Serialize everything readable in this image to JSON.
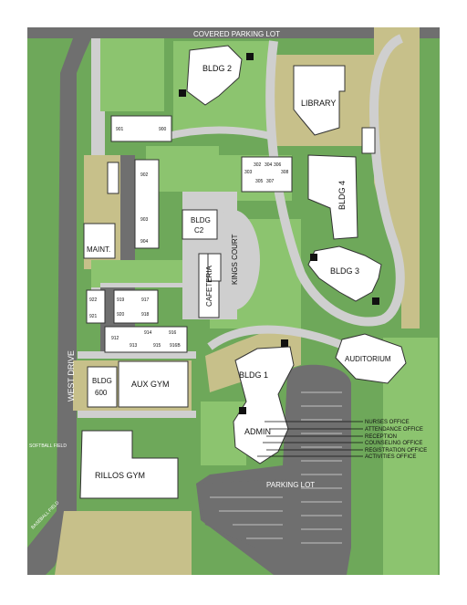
{
  "colors": {
    "grass": "#6ea85a",
    "lawn": "#8cc46f",
    "road": "#6f6f6f",
    "walkway": "#cfcfcf",
    "tan_area": "#c7c08a",
    "building": "#ffffff",
    "entrance_marker": "#111111"
  },
  "streets": {
    "covered_parking_lot": "COVERED PARKING LOT",
    "west_drive": "WEST DRIVE",
    "kings_court": "KINGS COURT",
    "parking_lot": "PARKING LOT"
  },
  "buildings": {
    "bldg2": "BLDG 2",
    "library": "LIBRARY",
    "bldg4": "BLDG 4",
    "bldg3": "BLDG 3",
    "auditorium": "AUDITORIUM",
    "bldg1": "BLDG 1",
    "admin": "ADMIN",
    "bldg_c2_line1": "BLDG",
    "bldg_c2_line2": "C2",
    "cafeteria": "CAFETERIA",
    "maint": "MAINT.",
    "bldg600_line1": "BLDG",
    "bldg600_line2": "600",
    "aux_gym": "AUX GYM",
    "rillos_gym": "RILLOS GYM"
  },
  "rooms": {
    "r901": "901",
    "r900": "900",
    "r902": "902",
    "r903": "903",
    "r904": "904",
    "r303": "303",
    "r302": "302",
    "r304": "304",
    "r305": "305",
    "r306": "306",
    "r307": "307",
    "r308": "308",
    "r922": "922",
    "r921": "921",
    "r919": "919",
    "r917": "917",
    "r920": "920",
    "r918": "918",
    "r914": "914",
    "r916": "916",
    "r912": "912",
    "r913": "913",
    "r915": "915",
    "r916b": "916B"
  },
  "fields": {
    "softball": "SOFTBALL FIELD",
    "baseball": "BASEBALL FIELD"
  },
  "admin_offices": [
    "NURSES OFFICE",
    "ATTENDANCE OFFICE",
    "RECEPTION",
    "COUNSELING OFFICE",
    "REGISTRATION OFFICE",
    "ACTIVITIES OFFICE"
  ]
}
